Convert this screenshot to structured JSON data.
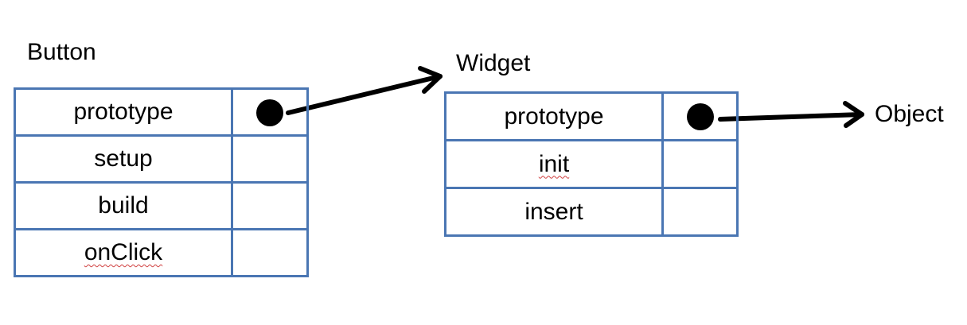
{
  "objects": {
    "button": {
      "title": "Button",
      "slots": [
        "prototype",
        "setup",
        "build",
        "onClick"
      ]
    },
    "widget": {
      "title": "Widget",
      "slots": [
        "prototype",
        "init",
        "insert"
      ]
    },
    "object": {
      "title": "Object"
    }
  },
  "colors": {
    "table_border": "#4a76b3",
    "spellcheck_underline": "#d04040",
    "arrow": "#000000"
  }
}
